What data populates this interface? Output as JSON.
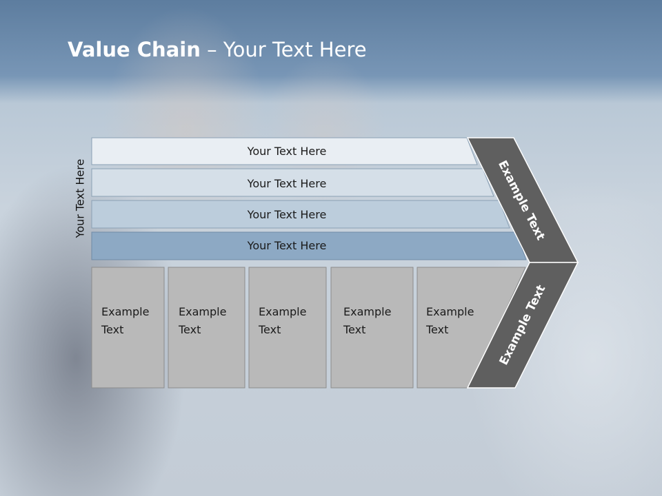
{
  "title": {
    "bold": "Value Chain",
    "rest": " – Your Text Here"
  },
  "side_label": "Your Text Here",
  "bars": [
    {
      "label": "Your Text Here",
      "color": "#e9eef3"
    },
    {
      "label": "Your Text Here",
      "color": "#d5dfe8"
    },
    {
      "label": "Your Text Here",
      "color": "#bccddc"
    },
    {
      "label": "Your Text Here",
      "color": "#8da9c4"
    }
  ],
  "columns": [
    {
      "line1": "Example",
      "line2": "Text"
    },
    {
      "line1": "Example",
      "line2": "Text"
    },
    {
      "line1": "Example",
      "line2": "Text"
    },
    {
      "line1": "Example",
      "line2": "Text"
    },
    {
      "line1": "Example",
      "line2": "Text"
    }
  ],
  "chevron_top_label": "Example Text",
  "chevron_bottom_label": "Example Text",
  "colors": {
    "chevron": "#5f5f5f",
    "column": "#b9b9b9",
    "column_border": "#8c8c8c"
  }
}
